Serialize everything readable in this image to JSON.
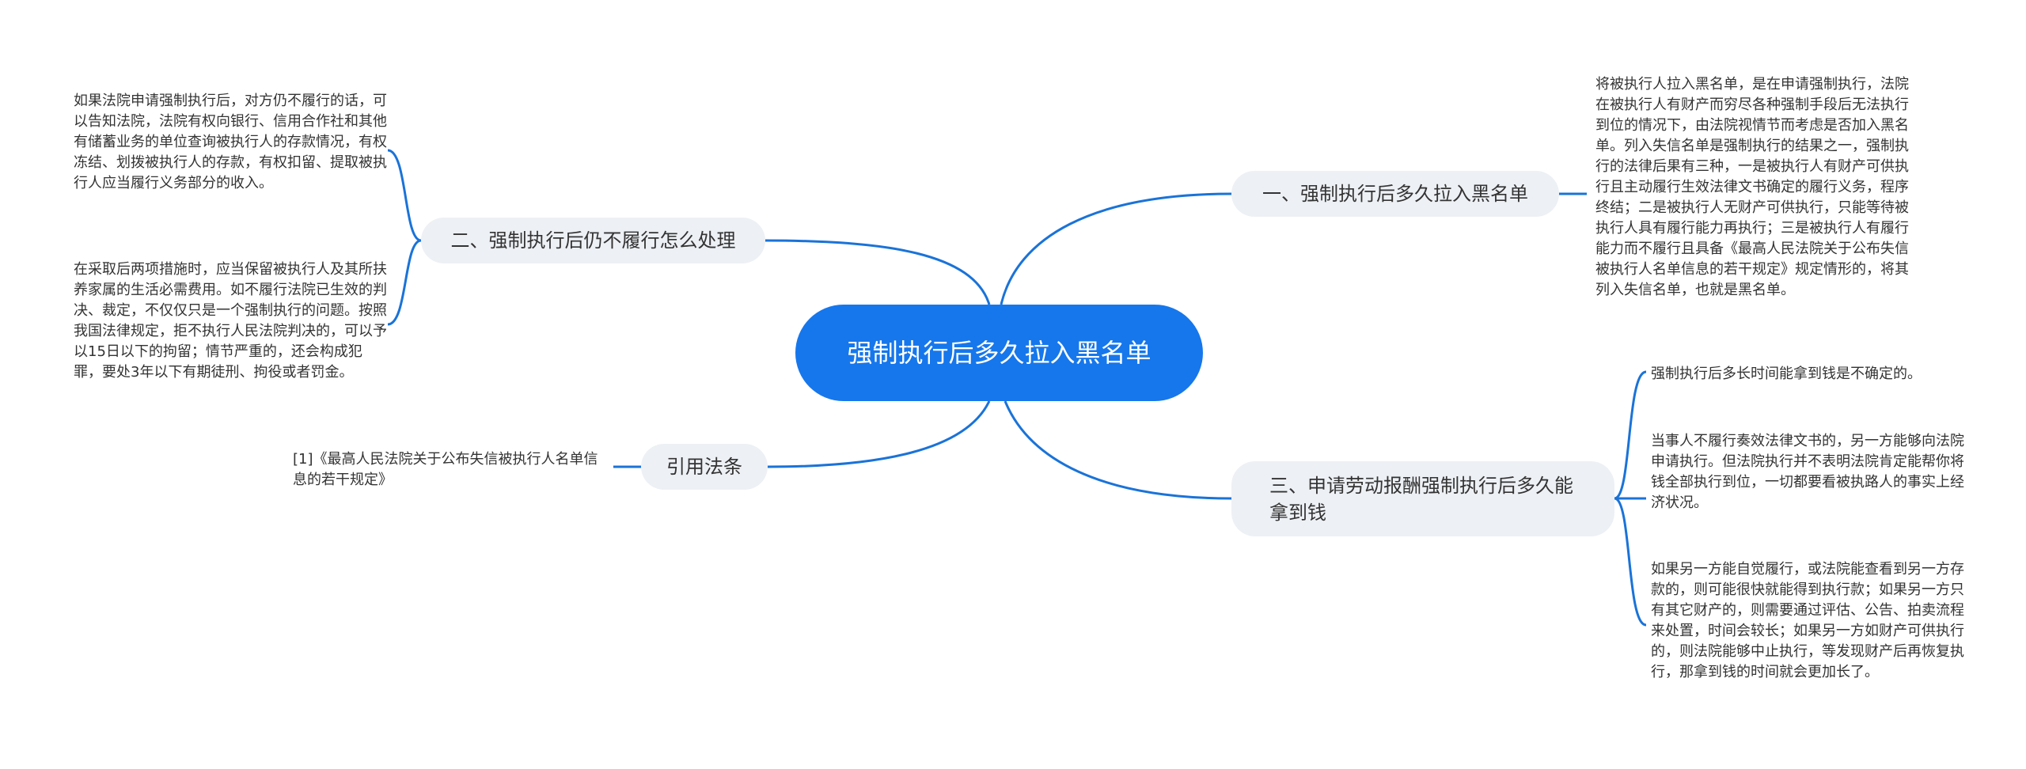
{
  "root": {
    "label": "强制执行后多久拉入黑名单"
  },
  "branches": [
    {
      "label": "一、强制执行后多久拉入黑名单",
      "notes": [
        "将被执行人拉入黑名单，是在申请强制执行，法院在被执行人有财产而穷尽各种强制手段后无法执行到位的情况下，由法院视情节而考虑是否加入黑名单。列入失信名单是强制执行的结果之一，强制执行的法律后果有三种，一是被执行人有财产可供执行且主动履行生效法律文书确定的履行义务，程序终结；二是被执行人无财产可供执行，只能等待被执行人具有履行能力再执行；三是被执行人有履行能力而不履行且具备《最高人民法院关于公布失信被执行人名单信息的若干规定》规定情形的，将其列入失信名单，也就是黑名单。"
      ]
    },
    {
      "label": "二、强制执行后仍不履行怎么处理",
      "notes": [
        "如果法院申请强制执行后，对方仍不履行的话，可以告知法院，法院有权向银行、信用合作社和其他有储蓄业务的单位查询被执行人的存款情况，有权冻结、划拨被执行人的存款，有权扣留、提取被执行人应当履行义务部分的收入。",
        "在采取后两项措施时，应当保留被执行人及其所扶养家属的生活必需费用。如不履行法院已生效的判决、裁定，不仅仅只是一个强制执行的问题。按照我国法律规定，拒不执行人民法院判决的，可以予以15日以下的拘留；情节严重的，还会构成犯罪，要处3年以下有期徒刑、拘役或者罚金。"
      ]
    },
    {
      "label": "三、申请劳动报酬强制执行后多久能拿到钱",
      "notes": [
        "强制执行后多长时间能拿到钱是不确定的。",
        "当事人不履行奏效法律文书的，另一方能够向法院申请执行。但法院执行并不表明法院肯定能帮你将钱全部执行到位，一切都要看被执路人的事实上经济状况。",
        "如果另一方能自觉履行，或法院能查看到另一方存款的，则可能很快就能得到执行款；如果另一方只有其它财产的，则需要通过评估、公告、拍卖流程来处置，时间会较长；如果另一方如财产可供执行的，则法院能够中止执行，等发现财产后再恢复执行，那拿到钱的时间就会更加长了。"
      ]
    },
    {
      "label": "引用法条",
      "notes": [
        "[1]《最高人民法院关于公布失信被执行人名单信息的若干规定》"
      ]
    }
  ],
  "colors": {
    "root_fill": "#1677ec",
    "connector": "#1a73d8",
    "topic_fill": "#edf0f4",
    "text": "#333333"
  }
}
